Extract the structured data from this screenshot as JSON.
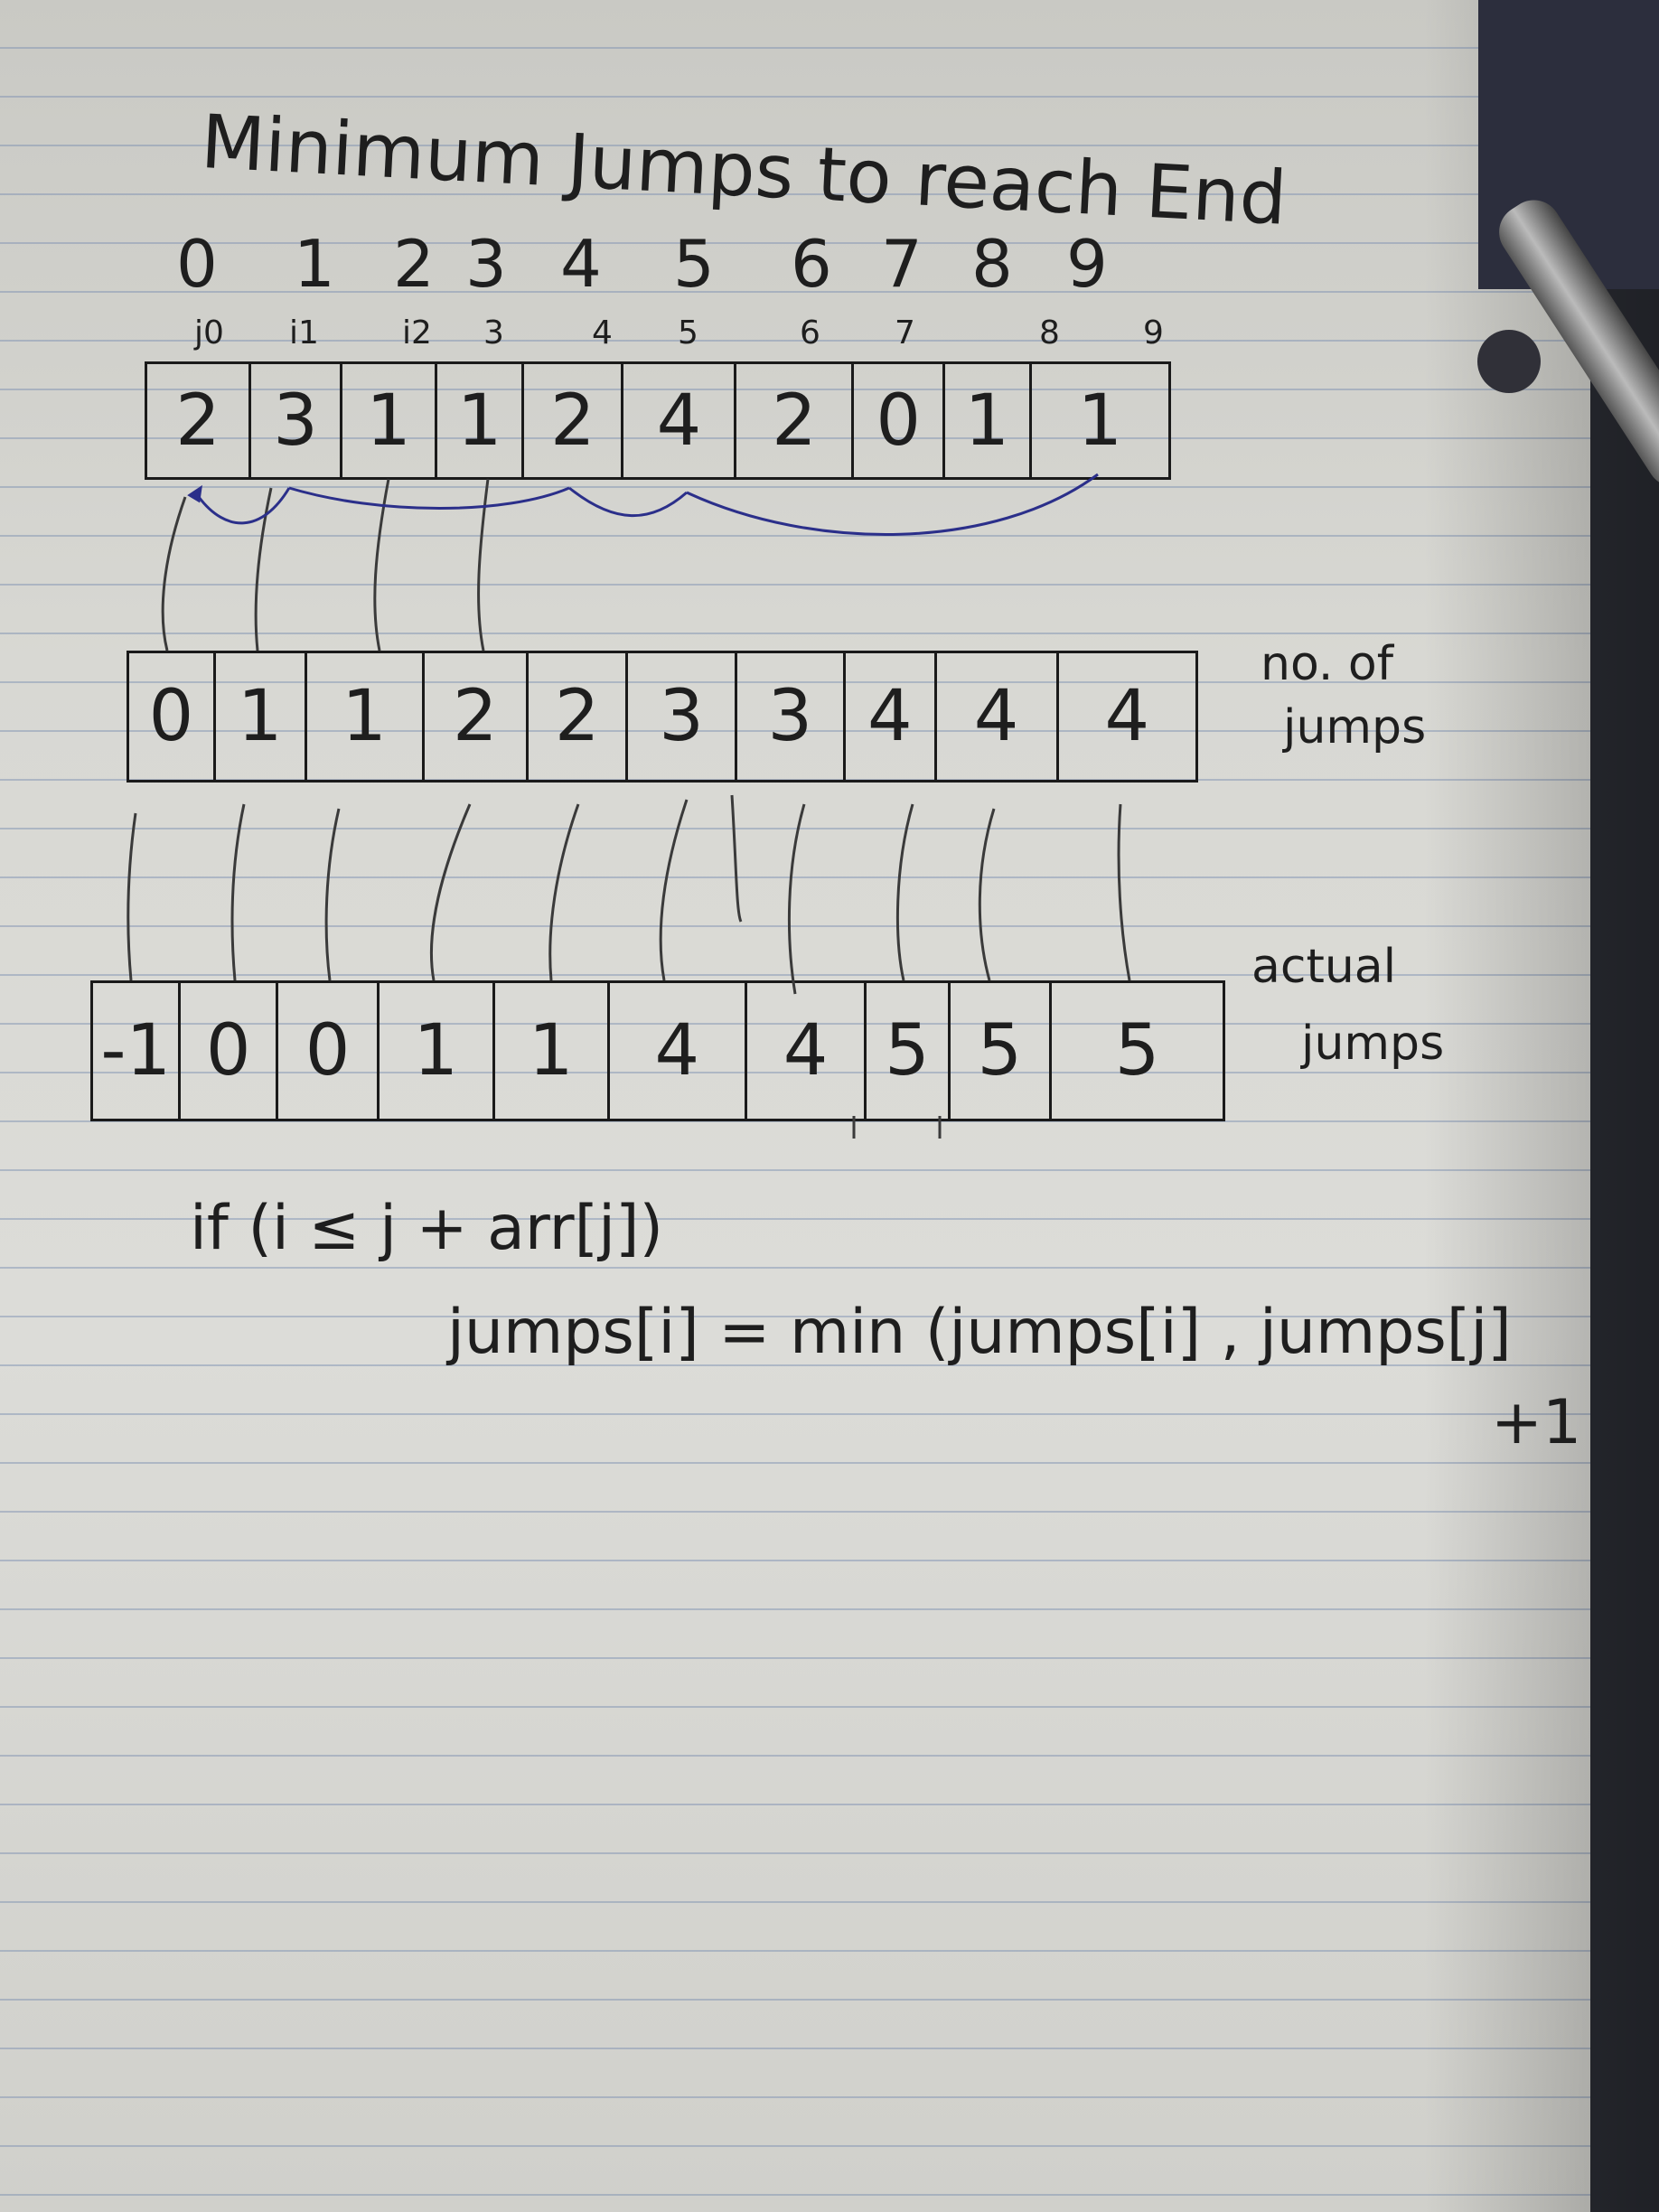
{
  "title": "Minimum Jumps to reach End",
  "indices": [
    "0",
    "1",
    "2",
    "3",
    "4",
    "5",
    "6",
    "7",
    "8",
    "9"
  ],
  "small_indices": [
    "j0",
    "i1",
    "i2",
    "3",
    "4",
    "5",
    "6",
    "7",
    "8",
    "9"
  ],
  "arr": [
    "2",
    "3",
    "1",
    "1",
    "2",
    "4",
    "2",
    "0",
    "1",
    "1"
  ],
  "jumps": [
    "0",
    "1",
    "1",
    "2",
    "2",
    "3",
    "3",
    "4",
    "4",
    "4"
  ],
  "jumps_label": [
    "no. of",
    "jumps"
  ],
  "actual": [
    "-1",
    "0",
    "0",
    "1",
    "1",
    "4",
    "4",
    "5",
    "5",
    "5"
  ],
  "actual_label": [
    "actual",
    "jumps"
  ],
  "formula": {
    "line1": "if (i ≤ j + arr[j])",
    "line2": "jumps[i] = min (jumps[i] , jumps[j]",
    "line3": "+1"
  },
  "colors": {
    "ink": "#1e1e1e",
    "arrows": "#2b2f8a"
  }
}
